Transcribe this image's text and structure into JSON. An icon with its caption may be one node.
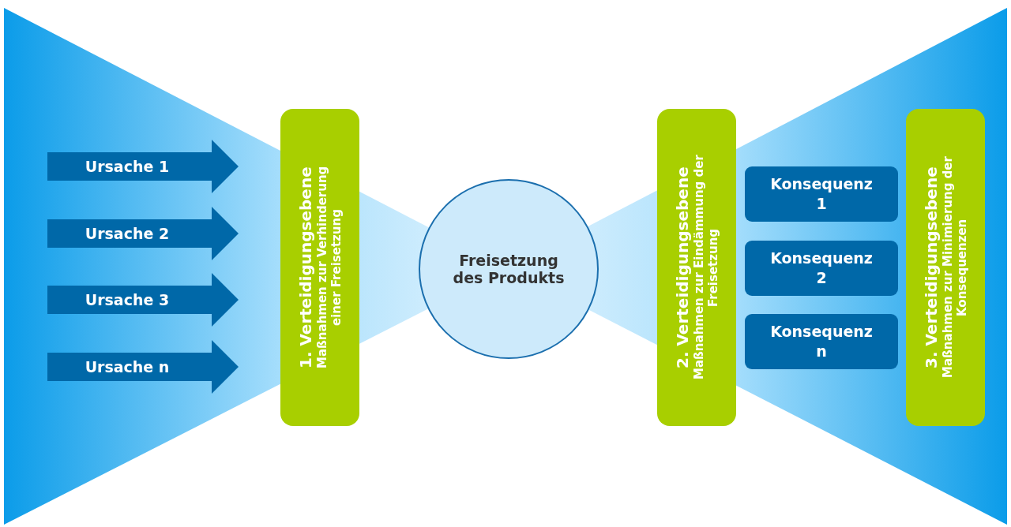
{
  "diagram": {
    "nodes": [
      {
        "text": [
          "Ursache 1"
        ]
      },
      {
        "text": [
          "Ursache 2"
        ]
      },
      {
        "text": [
          "Ursache 3"
        ]
      },
      {
        "text": [
          "Ursache n"
        ]
      },
      {
        "text": [
          "1. Verteidigungsebene",
          "Maßnahmen zur Verhinderung einer Freisetzung"
        ]
      },
      {
        "text": [
          "Freisetzung des Produkts"
        ]
      },
      {
        "text": [
          "2. Verteidigungsebene",
          "Maßnahmen zur Eindämmung der Freisetzung"
        ]
      },
      {
        "text": [
          "Konsequenz 1"
        ]
      },
      {
        "text": [
          "Konsequenz 2"
        ]
      },
      {
        "text": [
          "Konsequenz n"
        ]
      },
      {
        "text": [
          "3. Verteidigungsebene",
          "Maßnahmen zur Minimierung der Konsequenzen"
        ]
      }
    ]
  }
}
